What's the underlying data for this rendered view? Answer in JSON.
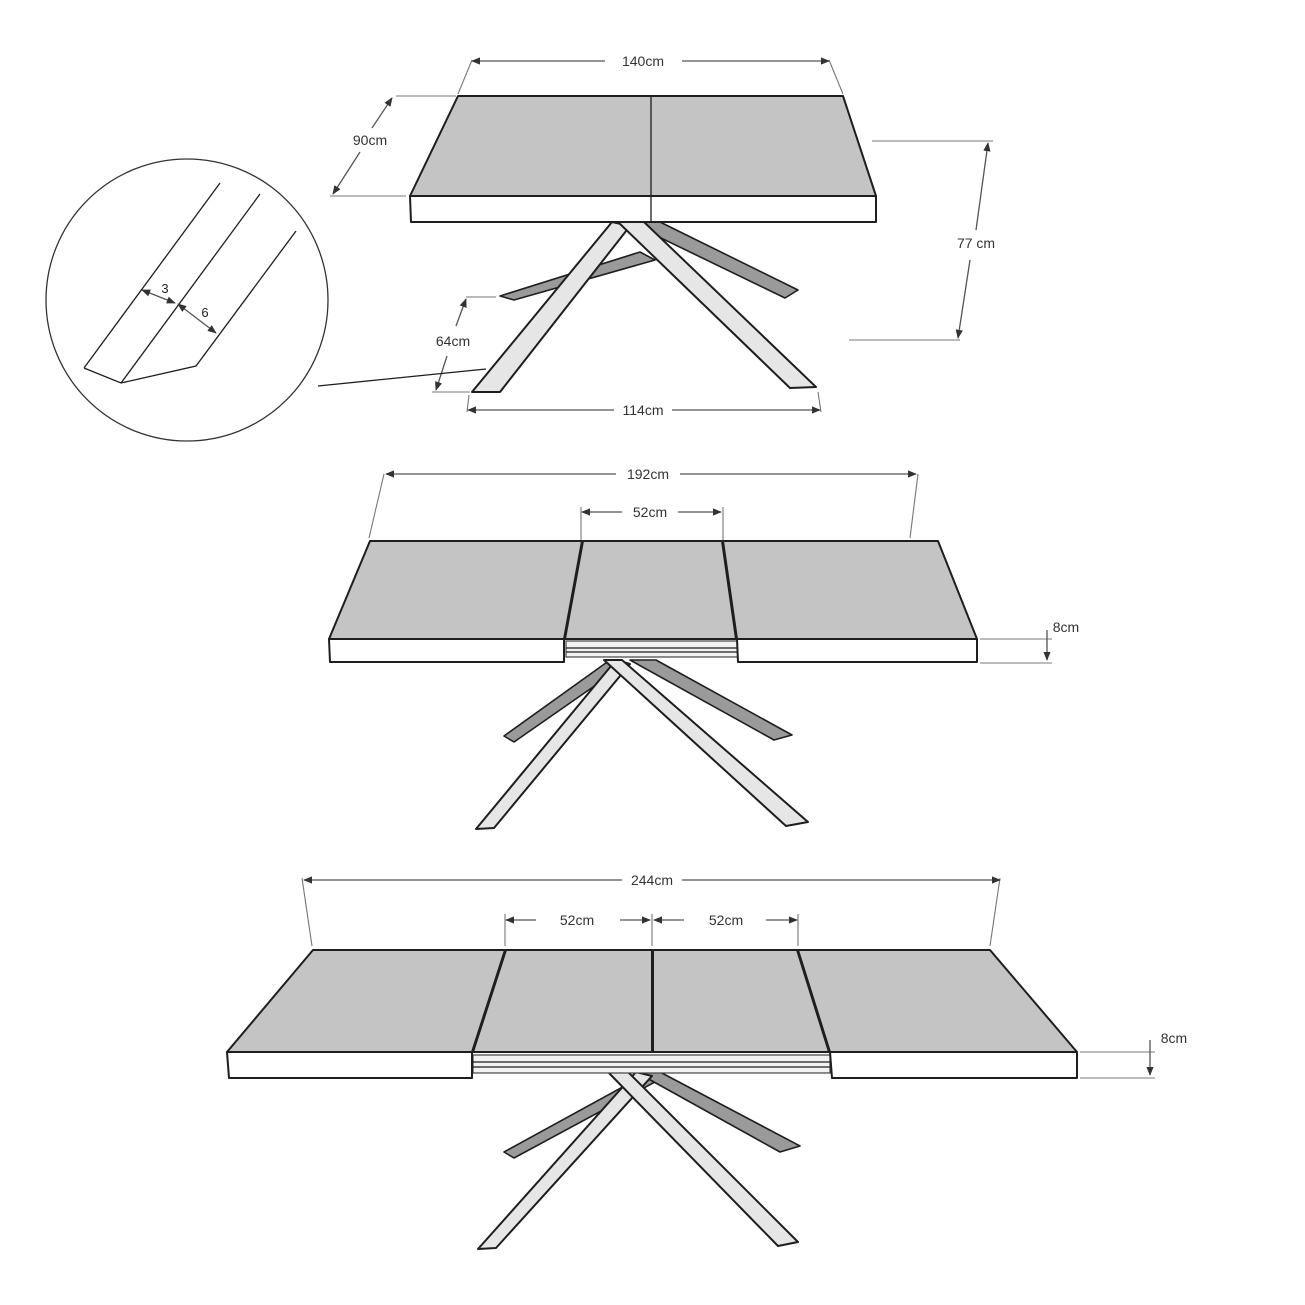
{
  "diagram": {
    "subject": "Extendable dining table with crossed legs - dimension drawing",
    "colors": {
      "tabletop": "#c4c4c4",
      "edge": "#ffffff",
      "leg_front": "#e6e6e6",
      "leg_back": "#9a9a9a",
      "line": "#1e1e1e",
      "dimension_line": "#555555"
    },
    "view_closed": {
      "width_label": "140cm",
      "depth_label": "90cm",
      "height_label": "77 cm",
      "leg_depth_label": "64cm",
      "leg_span_label": "114cm"
    },
    "detail_inset": {
      "leg_section_a": "3",
      "leg_section_b": "6"
    },
    "view_one_extension": {
      "width_label": "192cm",
      "extension_label": "52cm",
      "thickness_label": "8cm"
    },
    "view_two_extensions": {
      "width_label": "244cm",
      "extension_left_label": "52cm",
      "extension_right_label": "52cm",
      "thickness_label": "8cm"
    }
  }
}
